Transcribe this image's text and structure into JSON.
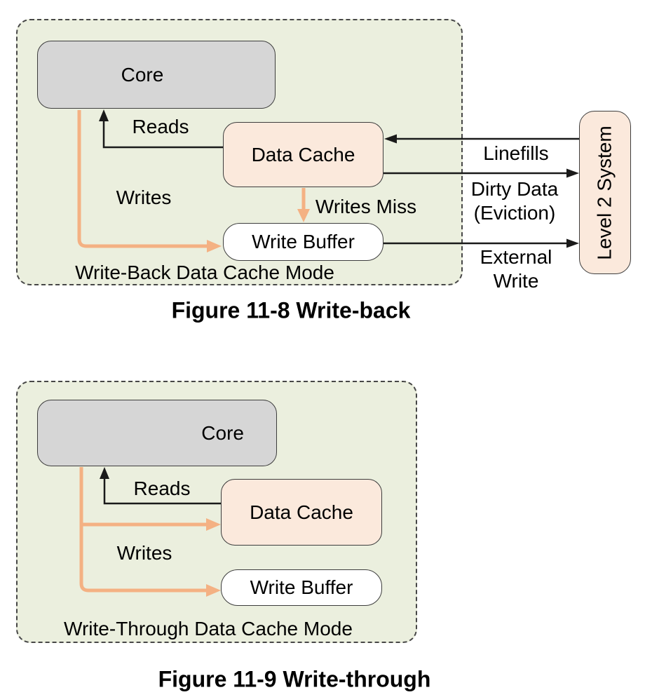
{
  "colors": {
    "boundary_fill": "#EBEFDE",
    "boundary_dash": "#474747",
    "core_fill": "#D6D6D6",
    "cache_fill": "#FBE9DC",
    "write_buffer_fill": "#FFFFFF",
    "level2_fill": "#FBE9DC",
    "arrow_black": "#1a1a1a",
    "arrow_orange": "#F4B183"
  },
  "figures": [
    {
      "caption": "Figure 11-8 Write-back",
      "mode_label": "Write-Back Data Cache Mode",
      "boxes": {
        "core": "Core",
        "data_cache": "Data Cache",
        "write_buffer": "Write Buffer",
        "level2": "Level 2 System"
      },
      "labels": {
        "reads": "Reads",
        "writes": "Writes",
        "writes_miss": "Writes Miss",
        "linefills": "Linefills",
        "dirty_data_line1": "Dirty Data",
        "dirty_data_line2": "(Eviction)",
        "external_write_line1": "External",
        "external_write_line2": "Write"
      }
    },
    {
      "caption": "Figure 11-9 Write-through",
      "mode_label": "Write-Through Data Cache Mode",
      "boxes": {
        "core": "Core",
        "data_cache": "Data Cache",
        "write_buffer": "Write Buffer"
      },
      "labels": {
        "reads": "Reads",
        "writes": "Writes"
      }
    }
  ]
}
